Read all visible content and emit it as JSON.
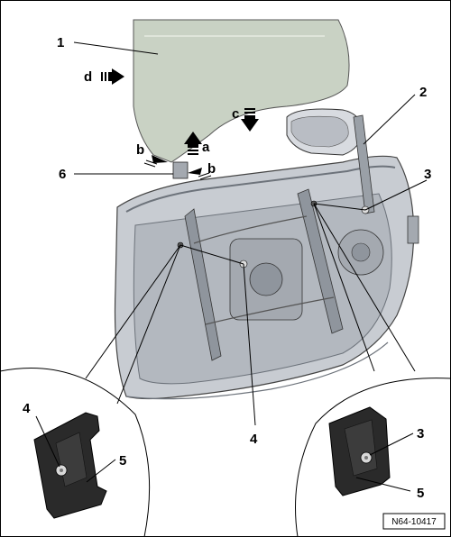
{
  "callouts": {
    "c1": "1",
    "c2": "2",
    "c3_top": "3",
    "c4_center": "4",
    "c6": "6",
    "c4_detail": "4",
    "c5_left": "5",
    "c3_detail": "3",
    "c5_right": "5"
  },
  "arrows": {
    "a": "a",
    "b_left": "b",
    "b_right": "b",
    "c": "c",
    "d": "d"
  },
  "reference_code": "N64-10417",
  "colors": {
    "glass": "#c9d2c4",
    "door_panel": "#c8ccd2",
    "door_dark": "#8f959d",
    "bracket": "#2a2a2a",
    "outline": "#000000"
  }
}
